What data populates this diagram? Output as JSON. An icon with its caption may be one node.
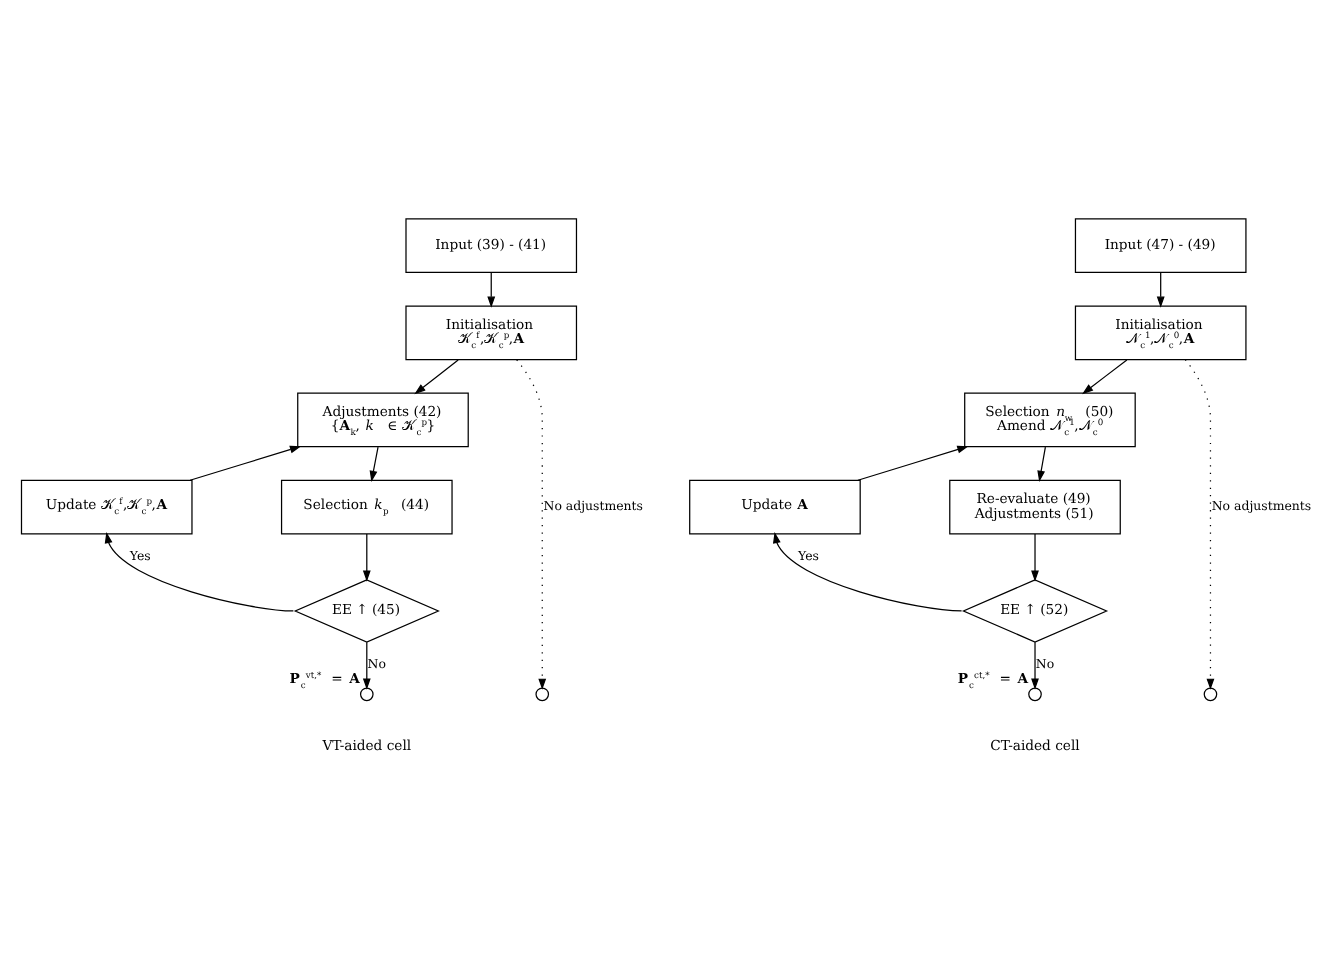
{
  "diagram": {
    "nodes": [
      {
        "text": [
          "Input (39) - (41)"
        ]
      },
      {
        "text": [
          "Initialisation",
          "𝒦$_{c}$$^{f}$,𝒦$_{c}$$^{p}$,**A**"
        ]
      },
      {
        "text": [
          "Adjustments (42)",
          "{**A**$_{k}$, *k* ∈ 𝒦$_{c}$$^{p}$}"
        ]
      },
      {
        "text": [
          "Selection *k*$_{p}$ (44)"
        ]
      },
      {
        "text": [
          "EE ↑ (45)"
        ]
      },
      {
        "text": [
          "Update 𝒦$_{c}$$^{f}$,𝒦$_{c}$$^{p}$,**A**"
        ]
      },
      {
        "text": [],
        "shape": "circle",
        "beside": [
          "**P**$_{c}$$^{vt,*}$ = **A**"
        ]
      },
      {
        "text": [],
        "shape": "circle"
      },
      {
        "text": [
          "Input (47) - (49)"
        ]
      },
      {
        "text": [
          "Initialisation",
          "𝒩$_{c}$$^{1}$,𝒩$_{c}$$^{0}$,**A**"
        ]
      },
      {
        "text": [
          "Selection *n*$_{w}$ (50)",
          "Amend 𝒩$_{c}$$^{1}$,𝒩$_{c}$$^{0}$"
        ]
      },
      {
        "text": [
          "Re-evaluate (49)",
          "Adjustments (51)"
        ]
      },
      {
        "text": [
          "EE ↑ (52)"
        ]
      },
      {
        "text": [
          "Update **A**"
        ]
      },
      {
        "text": [],
        "shape": "circle",
        "beside": [
          "**P**$_{c}$$^{ct,*}$ = **A**"
        ]
      },
      {
        "text": [],
        "shape": "circle"
      }
    ],
    "edges": [
      {
        "from": 0,
        "to": 1,
        "arrow": "to"
      },
      {
        "from": 1,
        "to": 2,
        "arrow": "to"
      },
      {
        "from": 2,
        "to": 3,
        "arrow": "to"
      },
      {
        "from": 3,
        "to": 4,
        "arrow": "to"
      },
      {
        "from": 4,
        "to": 5,
        "arrow": "to",
        "label": "Yes"
      },
      {
        "from": 5,
        "to": 2,
        "arrow": "to"
      },
      {
        "from": 4,
        "to": 6,
        "arrow": "to",
        "label": "No"
      },
      {
        "from": 1,
        "to": 7,
        "arrow": "to",
        "label": "No adjustments",
        "style": "dashed"
      },
      {
        "from": 8,
        "to": 9,
        "arrow": "to"
      },
      {
        "from": 9,
        "to": 10,
        "arrow": "to"
      },
      {
        "from": 10,
        "to": 11,
        "arrow": "to"
      },
      {
        "from": 11,
        "to": 12,
        "arrow": "to"
      },
      {
        "from": 12,
        "to": 13,
        "arrow": "to",
        "label": "Yes"
      },
      {
        "from": 13,
        "to": 10,
        "arrow": "to"
      },
      {
        "from": 12,
        "to": 14,
        "arrow": "to",
        "label": "No"
      },
      {
        "from": 9,
        "to": 15,
        "arrow": "to",
        "label": "No adjustments",
        "style": "dashed"
      }
    ],
    "labels": [
      "VT-aided cell",
      "CT-aided cell"
    ]
  }
}
